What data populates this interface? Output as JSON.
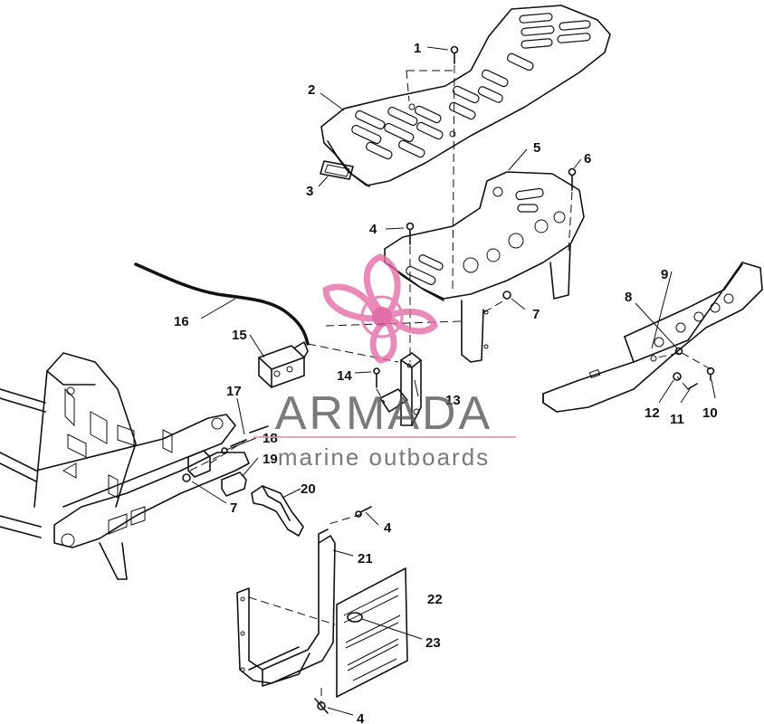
{
  "diagram": {
    "callouts": [
      "1",
      "2",
      "3",
      "4",
      "5",
      "6",
      "7",
      "8",
      "9",
      "10",
      "11",
      "12",
      "13",
      "14",
      "15",
      "16",
      "17",
      "18",
      "19",
      "20",
      "4",
      "21",
      "22",
      "23",
      "4",
      "7"
    ]
  },
  "watermark": {
    "brand": "ARMADA",
    "tagline": "marine outboards",
    "colors": {
      "text": "#555555",
      "rule": "#e08ab4",
      "logo": "#e46aa6",
      "logo_center": "#d9468f"
    }
  }
}
